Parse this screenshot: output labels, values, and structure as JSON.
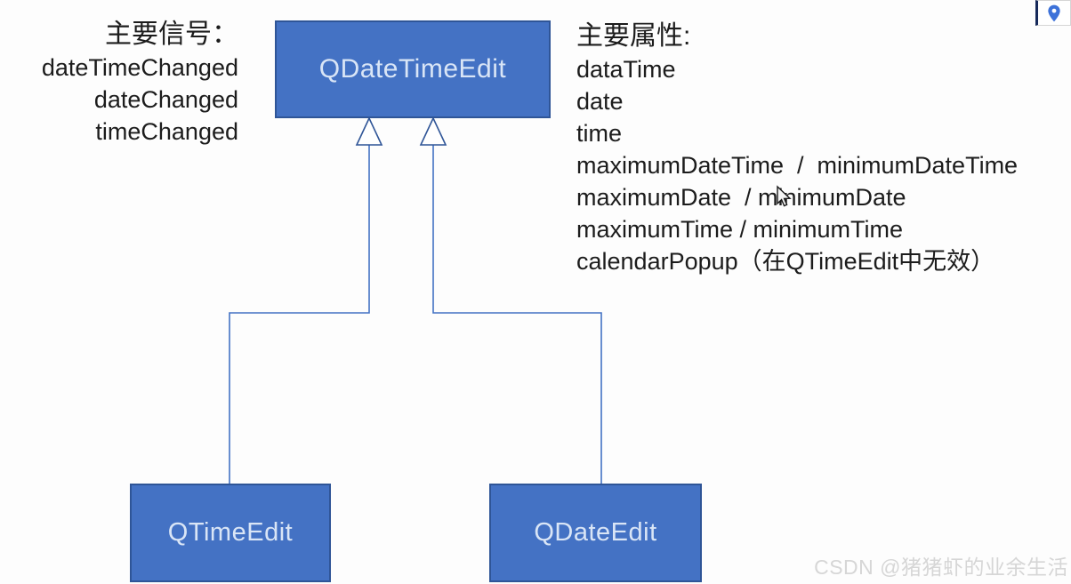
{
  "diagram": {
    "root_class": {
      "label": "QDateTimeEdit"
    },
    "child_classes": [
      {
        "label": "QTimeEdit"
      },
      {
        "label": "QDateEdit"
      }
    ],
    "signals": {
      "title": "主要信号：",
      "items": [
        "dateTimeChanged",
        "dateChanged",
        "timeChanged"
      ]
    },
    "properties": {
      "title": "主要属性:",
      "items": [
        "dataTime",
        "date",
        "time",
        "maximumDateTime  /  minimumDateTime",
        "maximumDate  / minimumDate",
        "maximumTime / minimumTime",
        "calendarPopup（在QTimeEdit中无效）"
      ]
    }
  },
  "watermark": {
    "text": "CSDN @猪猪虾的业余生活"
  },
  "icons": {
    "location_pin": "location-pin-icon",
    "inheritance_arrow": "hollow-triangle-generalization",
    "mouse_cursor": "arrow-pointer"
  },
  "colors": {
    "class_box_fill": "#4472C4",
    "class_box_border": "#2F5597",
    "class_box_text": "#D9E5F6",
    "connector": "#4472C4",
    "body_text": "#1C1C1C",
    "watermark_text": "#D6D6D6",
    "pin_icon": "#3D72D9"
  }
}
